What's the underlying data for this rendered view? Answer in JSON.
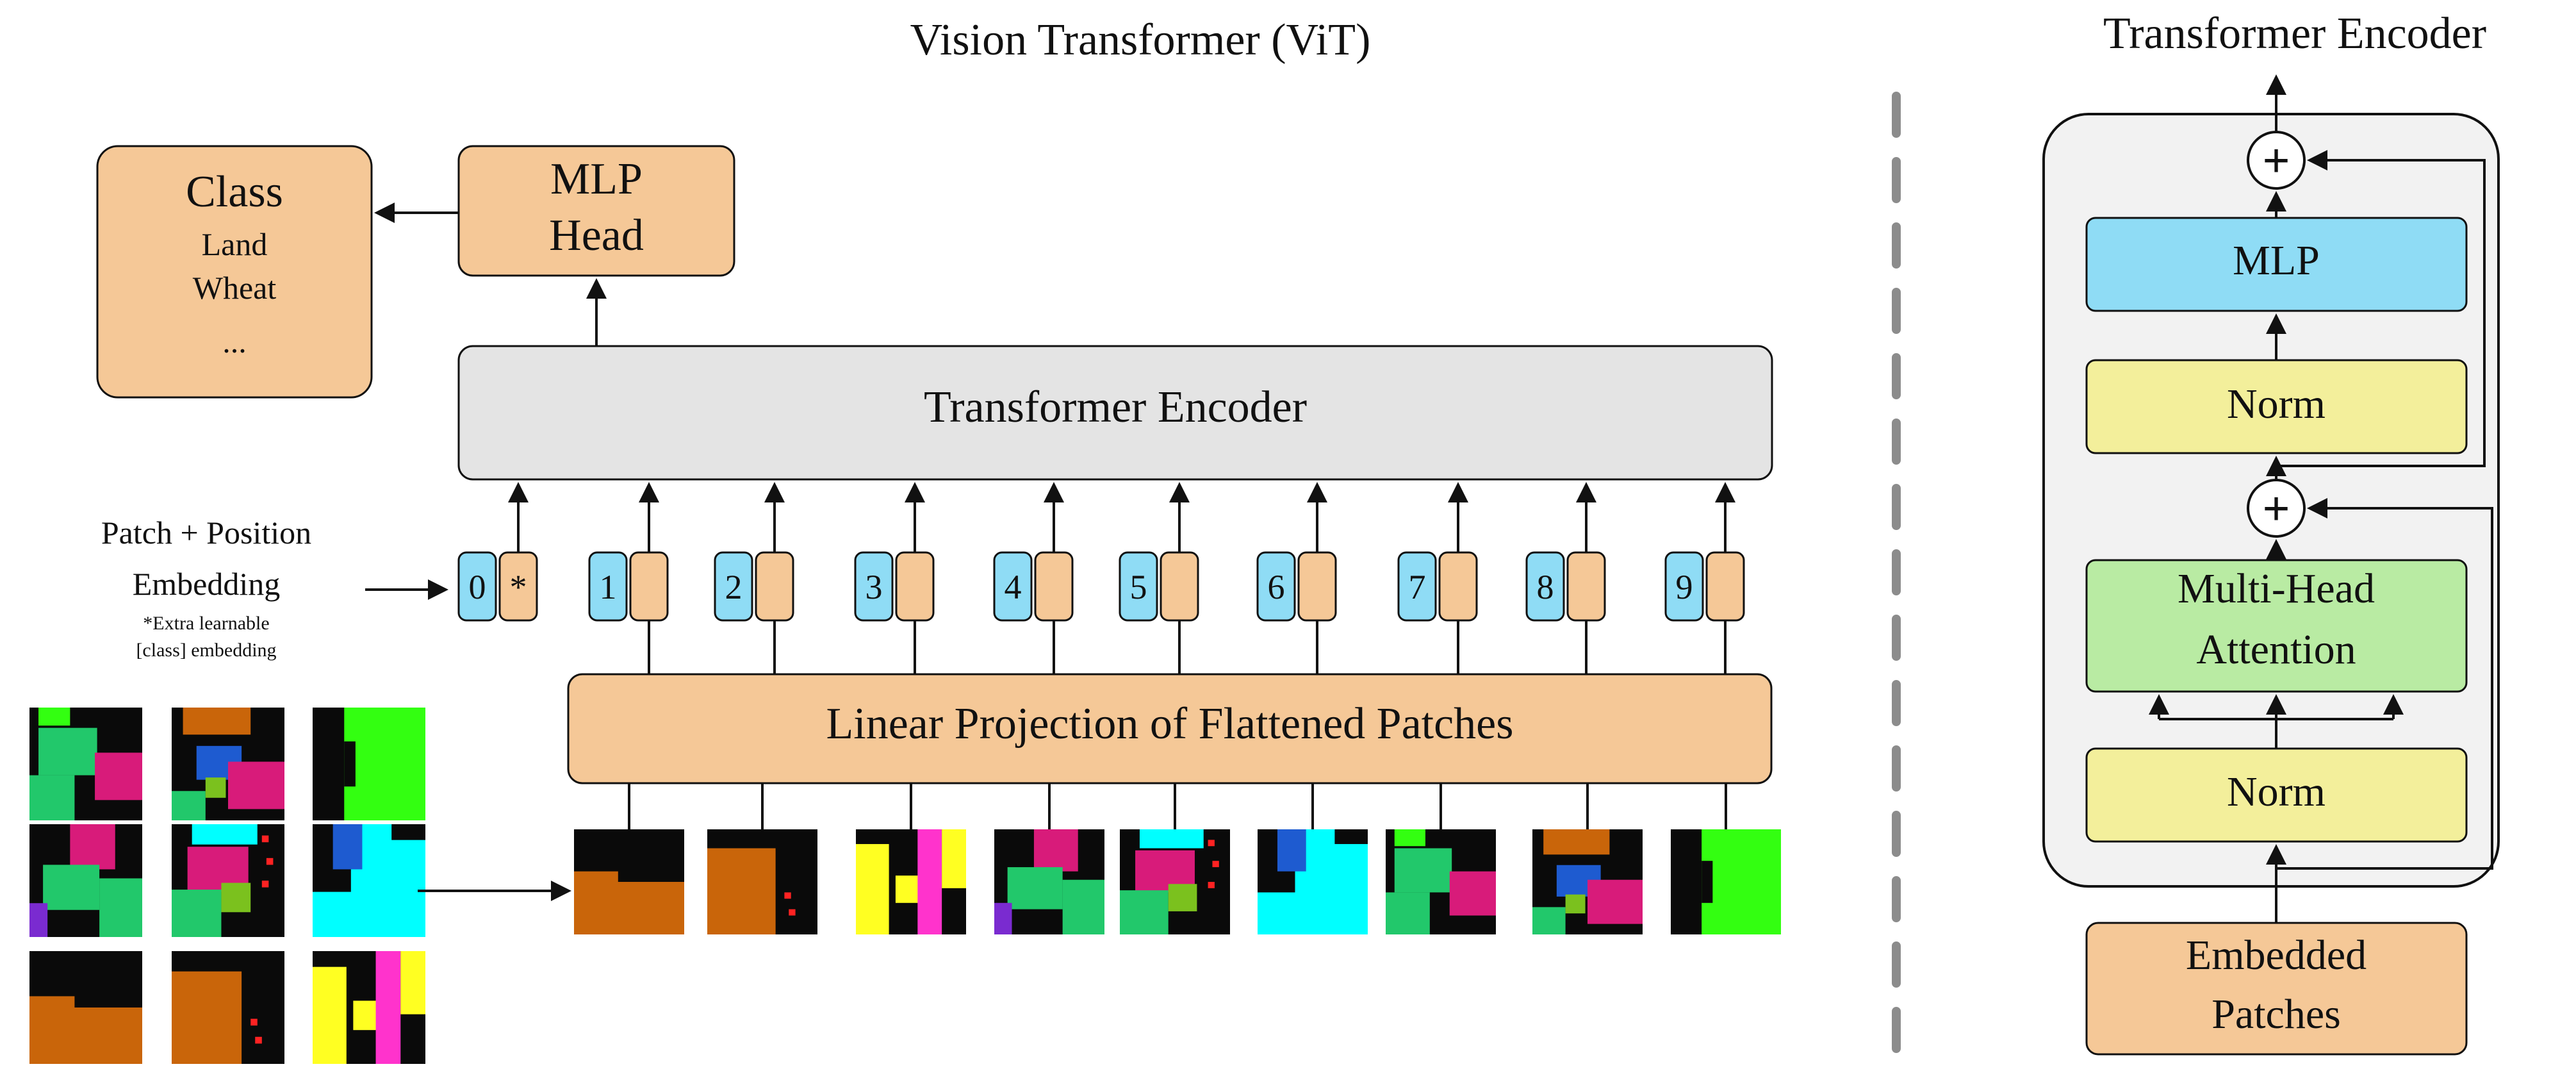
{
  "vit": {
    "title": "Vision Transformer (ViT)",
    "class_box": {
      "title": "Class",
      "items": [
        "Land",
        "Wheat",
        "..."
      ]
    },
    "mlp_head": {
      "line1": "MLP",
      "line2": "Head"
    },
    "encoder_label": "Transformer Encoder",
    "patch_embedding": {
      "line1": "Patch + Position",
      "line2": "Embedding",
      "note1": "*Extra learnable",
      "note2": "[class] embedding"
    },
    "tokens": [
      {
        "index": "0",
        "embed": "*"
      },
      {
        "index": "1",
        "embed": ""
      },
      {
        "index": "2",
        "embed": ""
      },
      {
        "index": "3",
        "embed": ""
      },
      {
        "index": "4",
        "embed": ""
      },
      {
        "index": "5",
        "embed": ""
      },
      {
        "index": "6",
        "embed": ""
      },
      {
        "index": "7",
        "embed": ""
      },
      {
        "index": "8",
        "embed": ""
      },
      {
        "index": "9",
        "embed": ""
      }
    ],
    "linear_projection": "Linear Projection of Flattened Patches"
  },
  "encoder_detail": {
    "title": "Transformer Encoder",
    "mlp": "MLP",
    "norm_top": "Norm",
    "attention": {
      "line1": "Multi-Head",
      "line2": "Attention"
    },
    "norm_bottom": "Norm",
    "input": {
      "line1": "Embedded",
      "line2": "Patches"
    },
    "add_symbol": "+"
  },
  "colors": {
    "orange": "#F5C897",
    "blue": "#8FDCF5",
    "gray": "#E4E4E4",
    "yellow": "#F3EF9B",
    "green": "#B9EBA3",
    "panel": "#F2F2F2",
    "dash": "#8C8C8C",
    "seg_brown": "#C9650A",
    "seg_black": "#0A0A0A",
    "seg_green": "#22C86B",
    "seg_magenta": "#D81B7A",
    "seg_cyan": "#00FFFF",
    "seg_lime": "#33FF11",
    "seg_yellow": "#FFFF22",
    "seg_blue": "#1E5BD0",
    "seg_purple": "#7A2BD0",
    "seg_pink": "#FF33CC",
    "seg_olive": "#7BC11E",
    "seg_red": "#FF2222"
  }
}
